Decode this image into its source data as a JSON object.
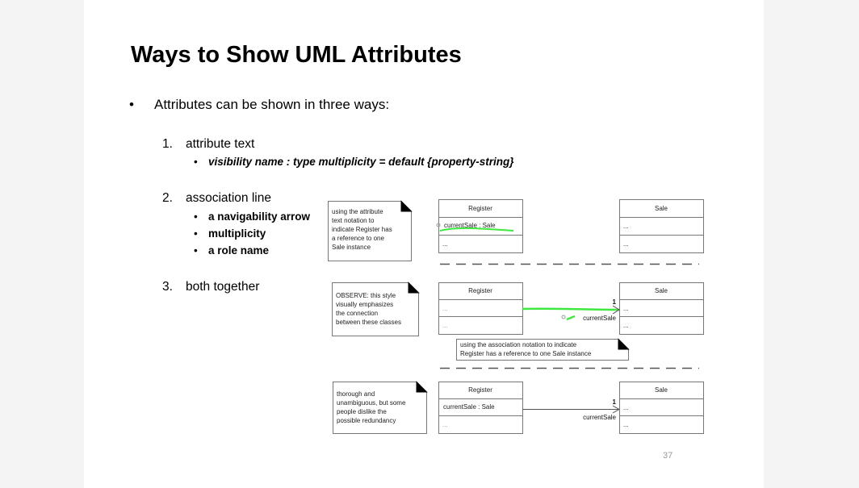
{
  "slide": {
    "title": "Ways to Show UML Attributes",
    "bullet": "Attributes can be shown in three ways:",
    "items": [
      {
        "num": "1.",
        "label": "attribute text",
        "sub": [
          "visibility name : type multiplicity = default {property-string}"
        ]
      },
      {
        "num": "2.",
        "label": "association line",
        "sub": [
          "a navigability arrow",
          "multiplicity",
          "a role name"
        ]
      },
      {
        "num": "3.",
        "label": "both together",
        "sub": []
      }
    ],
    "page_number": "37"
  },
  "diagram": {
    "class_register": "Register",
    "class_sale": "Sale",
    "attribute": "currentSale : Sale",
    "ellipsis": "...",
    "multiplicity": "1",
    "role": "currentSale",
    "note1": [
      "using the attribute",
      "text notation to",
      "indicate Register has",
      "a reference to one",
      "Sale instance"
    ],
    "note2": [
      "OBSERVE: this style",
      "visually emphasizes",
      "the connection",
      "between these classes"
    ],
    "note3": [
      "using the association notation to indicate",
      "Register has a reference to one Sale instance"
    ],
    "note4": [
      "thorough and",
      "unambiguous, but some",
      "people dislike the",
      "possible redundancy"
    ],
    "highlight_color": "#3ee83e"
  }
}
